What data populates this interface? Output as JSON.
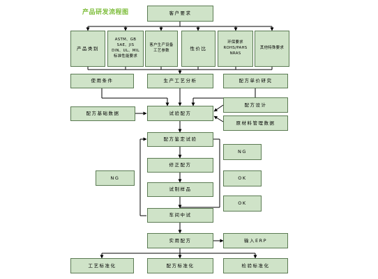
{
  "title": "产品研发流程图",
  "boxes": {
    "customer_req": "客户要求",
    "product_type": "产品类别",
    "standards": "ASTM、GB\nSAE、JIS\nDIN、UL、MIL\n标准性能要求",
    "equipment": "客户生产设备\n工艺参数",
    "cost_perf": "性价比",
    "env": "环保要求\nROHS/PAHS\nNRAS",
    "special": "其他特殊要求",
    "usage": "使用条件",
    "process_analysis": "生产工艺分析",
    "unit_price": "配方单价研究",
    "basic_data": "配方基础数据",
    "trial_formula": "试验配方",
    "formula_design": "配方设计",
    "material_mgmt": "原材料管理数据",
    "formula_test": "配方鉴定试验",
    "ng_top": "NG",
    "ng_left": "NG",
    "revise": "修正配方",
    "ok_1": "OK",
    "sample": "试制样品",
    "ok_2": "OK",
    "workshop_test": "车间中试",
    "practical": "实用配方",
    "erp": "输入ERP",
    "process_std": "工艺标准化",
    "formula_std": "配方标准化",
    "inspect_std": "检验标准化"
  }
}
